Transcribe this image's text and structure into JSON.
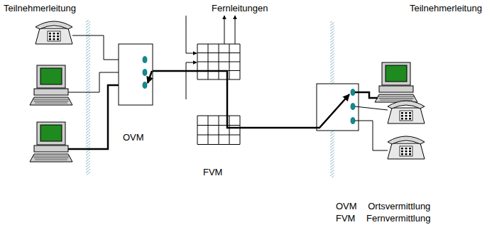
{
  "diagram": {
    "nodes": [
      {
        "text": [
          "OVM"
        ]
      },
      {
        "text": [
          "FVM"
        ]
      }
    ],
    "edges": [
      {
        "from": 0,
        "to": 1,
        "arrow": "none"
      }
    ],
    "labels": [
      "Teilnehmerleitung",
      "Fernleitungen",
      "Teilnehmerleitung",
      "OVM Ortsvermittlung",
      "FVM Fernvermittlung"
    ]
  }
}
